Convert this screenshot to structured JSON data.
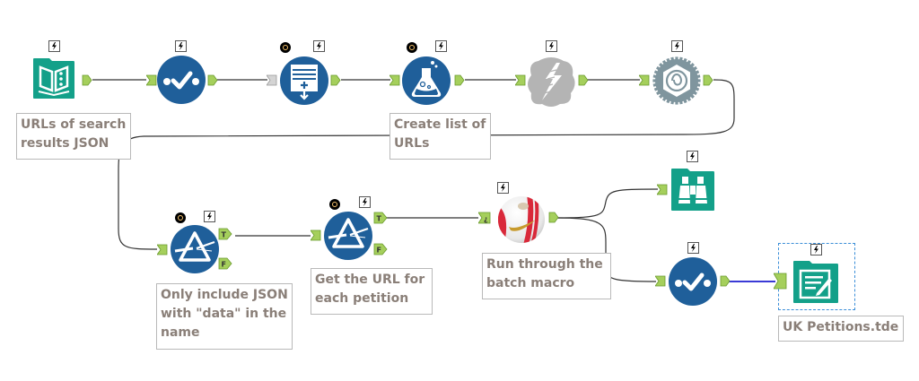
{
  "workflow": {
    "annotations": {
      "input": "URLs of search results JSON",
      "formula": "Create list of URLs",
      "filter1": "Only include JSON with \"data\" in the name",
      "filter2": "Get the URL for each petition",
      "macro": "Run through the batch macro",
      "output": "UK Petitions.tde"
    },
    "anchor_labels": {
      "true": "T",
      "false": "F",
      "macro_input": "¿"
    },
    "tools": [
      {
        "id": "input-data",
        "icon": "book-icon",
        "category": "In/Out"
      },
      {
        "id": "select-1",
        "icon": "select-check-icon",
        "category": "Preparation"
      },
      {
        "id": "text-to-columns",
        "icon": "append-list-icon",
        "category": "Parse"
      },
      {
        "id": "formula",
        "icon": "flask-icon",
        "category": "Preparation"
      },
      {
        "id": "download",
        "icon": "lightning-cloud-icon",
        "category": "Developer"
      },
      {
        "id": "json-parse",
        "icon": "gear-swirl-icon",
        "category": "Developer"
      },
      {
        "id": "filter-1",
        "icon": "filter-prism-icon",
        "category": "Preparation"
      },
      {
        "id": "filter-2",
        "icon": "filter-prism-icon",
        "category": "Preparation"
      },
      {
        "id": "batch-macro",
        "icon": "soccer-ball-icon",
        "category": "Macro"
      },
      {
        "id": "browse",
        "icon": "binoculars-icon",
        "category": "In/Out"
      },
      {
        "id": "select-2",
        "icon": "select-check-icon",
        "category": "Preparation"
      },
      {
        "id": "output-data",
        "icon": "output-document-icon",
        "category": "In/Out"
      }
    ],
    "colors": {
      "inout_teal": "#13a089",
      "prep_blue": "#1f5f9a",
      "developer_gray": "#a9a9a9",
      "gear_gray": "#7f959e",
      "anchor_green": "#a5cf5c",
      "anchor_gray": "#d4d4d4",
      "connection": "#333333",
      "selected_connection": "#3a3ad6",
      "annotation_text": "#8a7f78",
      "selection_border": "#3b8ed8"
    }
  }
}
